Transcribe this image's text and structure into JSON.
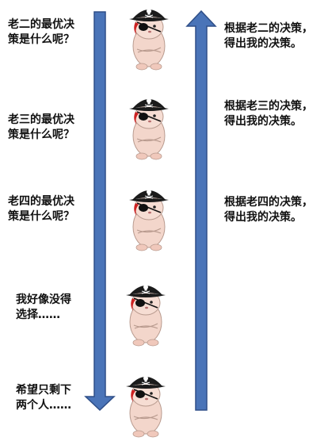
{
  "left_questions": [
    "老二的最优决\n策是什么呢？",
    "老三的最优决\n策是什么呢？",
    "老四的最优决\n策是什么呢？"
  ],
  "left_statements": [
    "我好像没得\n选择……",
    "希望只剩下\n两个人……"
  ],
  "right_decisions": [
    "根据老二的决策，\n得出我的决策。",
    "根据老三的决策，\n得出我的决策。",
    "根据老四的决策，\n得出我的决策。"
  ],
  "colors": {
    "arrow_fill": "#4a74b8",
    "arrow_stroke": "#2f4f88",
    "hat": "#1b1b1b",
    "skin": "#f3d6cb",
    "eye_patch": "#111111",
    "blood": "#cc2222"
  },
  "icons": [
    "pirate-hamster-icon",
    "down-arrow-icon",
    "up-arrow-icon"
  ]
}
